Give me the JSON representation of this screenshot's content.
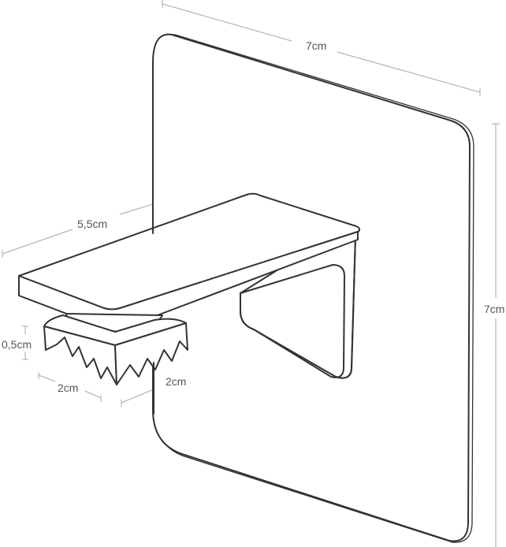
{
  "diagram": {
    "subject": "adhesive wall hook / shelf bracket with spiked foot",
    "line_color": "#333333",
    "dimension_color": "#a8a8a8",
    "dimensions": {
      "backplate_width": "7cm",
      "backplate_height": "7cm",
      "shelf_depth": "5,5cm",
      "foot_height": "0,5cm",
      "foot_width_left": "2cm",
      "foot_width_right": "2cm"
    }
  }
}
